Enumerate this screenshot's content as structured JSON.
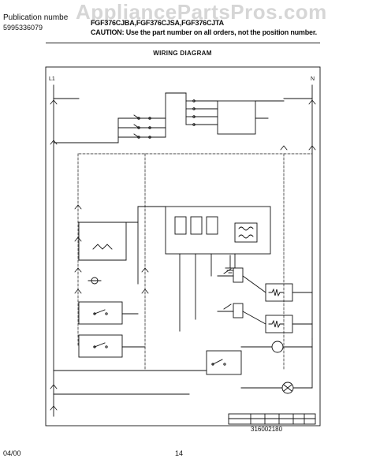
{
  "header": {
    "publication_label": "Publication numbe",
    "publication_number": "5995336079",
    "models": "FGF376CJBA,FGF376CJSA,FGF376CJTA",
    "caution": "CAUTION: Use the part number on all orders, not the position number.",
    "watermark": "AppliancePartsPros.com"
  },
  "diagram": {
    "title": "WIRING DIAGRAM",
    "line_label": "L1",
    "neutral_label": "N",
    "doc_number": "316002180"
  },
  "footer": {
    "date": "04/00",
    "page": "14"
  },
  "colors": {
    "ink": "#111111",
    "watermark": "#cfcfcf",
    "background": "#ffffff"
  }
}
